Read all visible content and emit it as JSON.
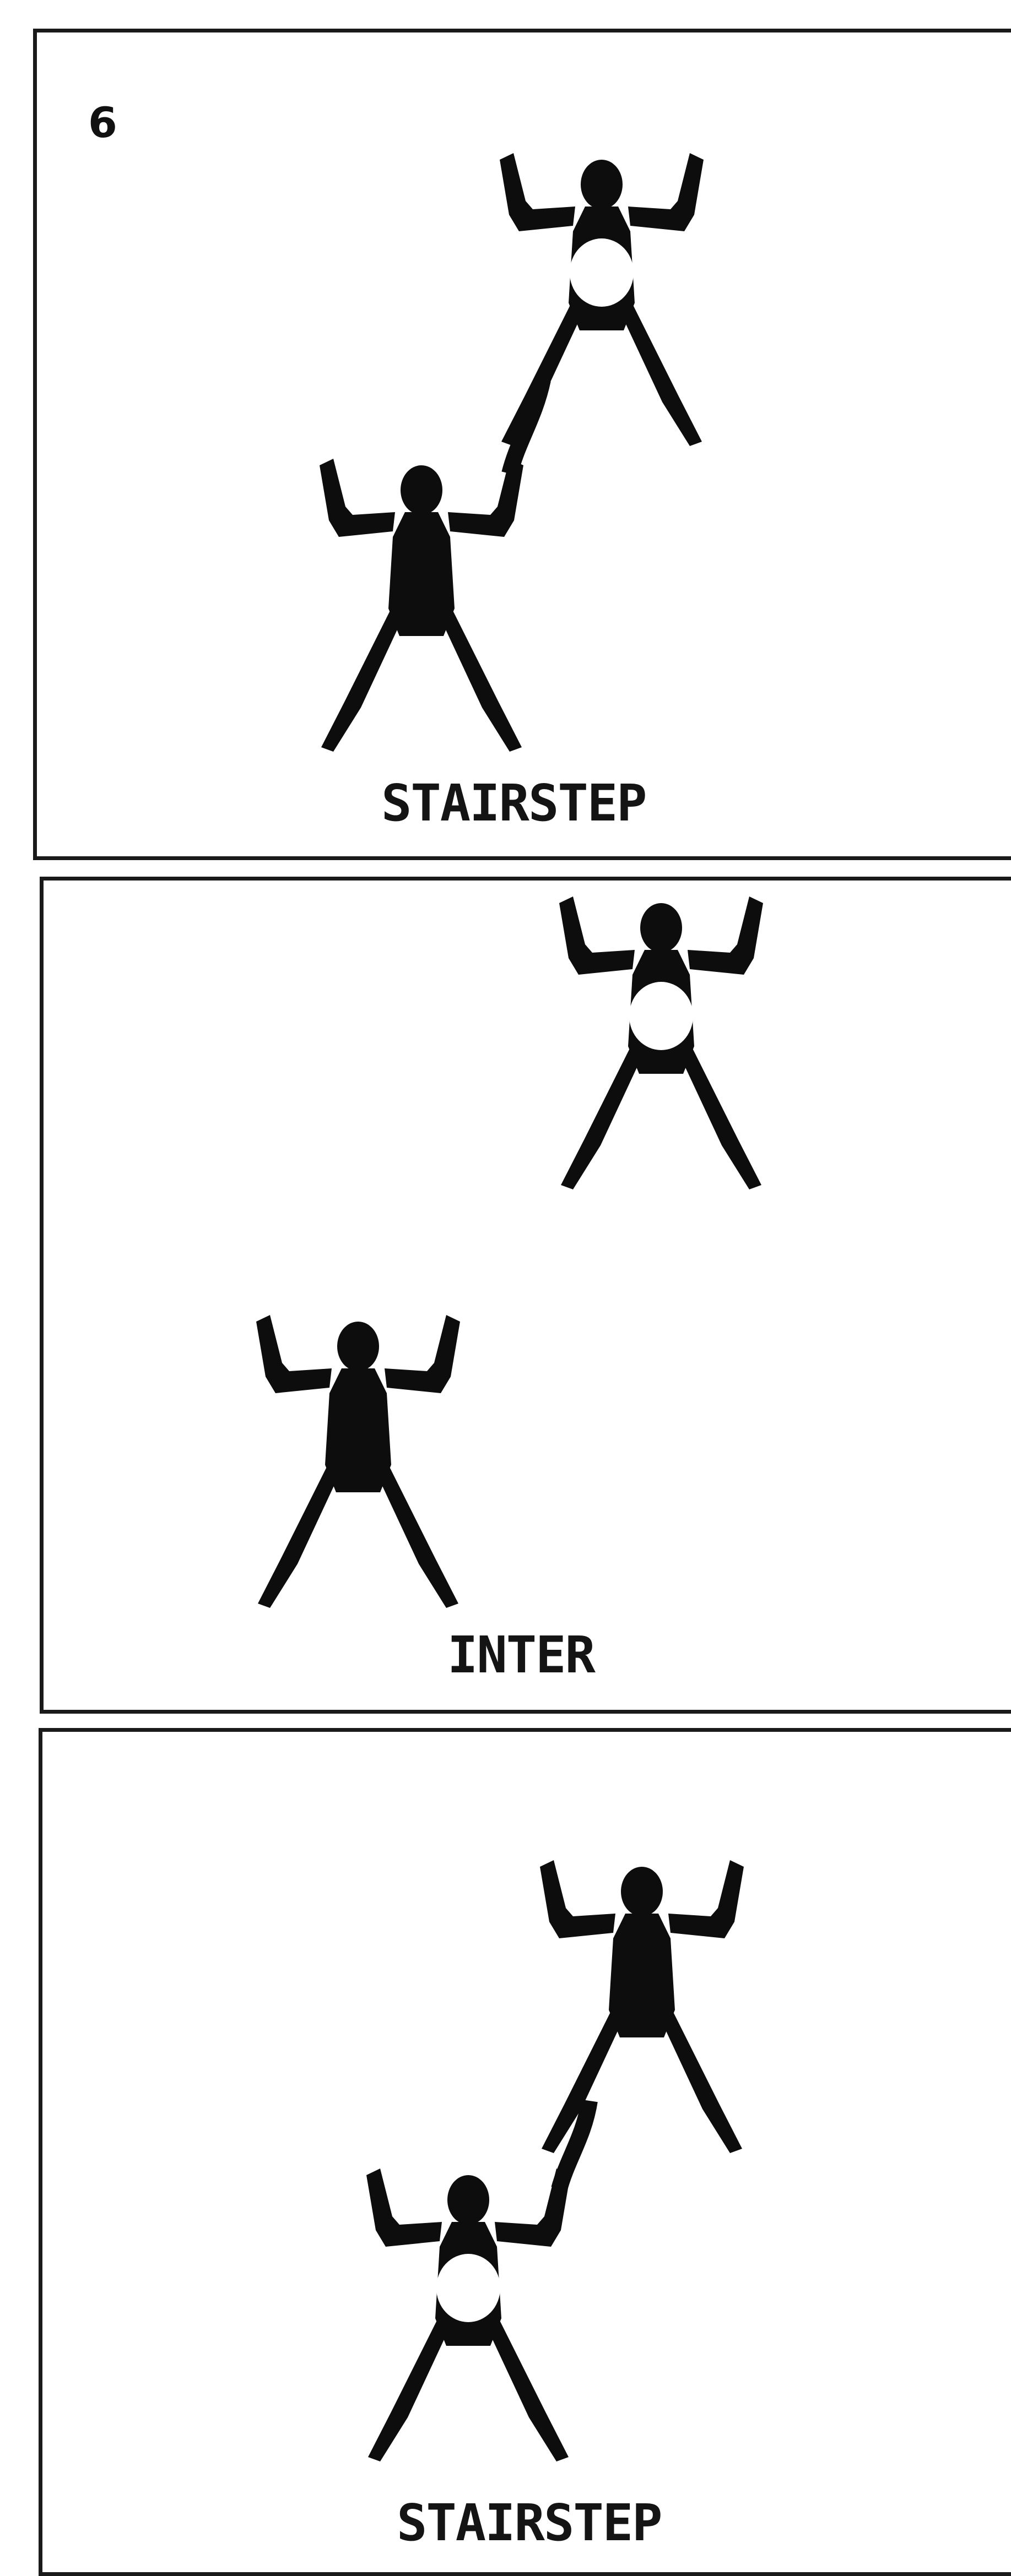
{
  "formation_number": "6",
  "panels": [
    {
      "caption": "STAIRSTEP",
      "jumpers": [
        {
          "marked": true
        },
        {
          "marked": false
        }
      ]
    },
    {
      "caption": "INTER",
      "jumpers": [
        {
          "marked": true
        },
        {
          "marked": false
        }
      ]
    },
    {
      "caption": "STAIRSTEP",
      "jumpers": [
        {
          "marked": false
        },
        {
          "marked": true
        }
      ]
    }
  ],
  "colors": {
    "silhouette": "#0d0d0d",
    "border": "#1a1a1a",
    "chest_mark": "#ffffff",
    "background": "#ffffff"
  }
}
